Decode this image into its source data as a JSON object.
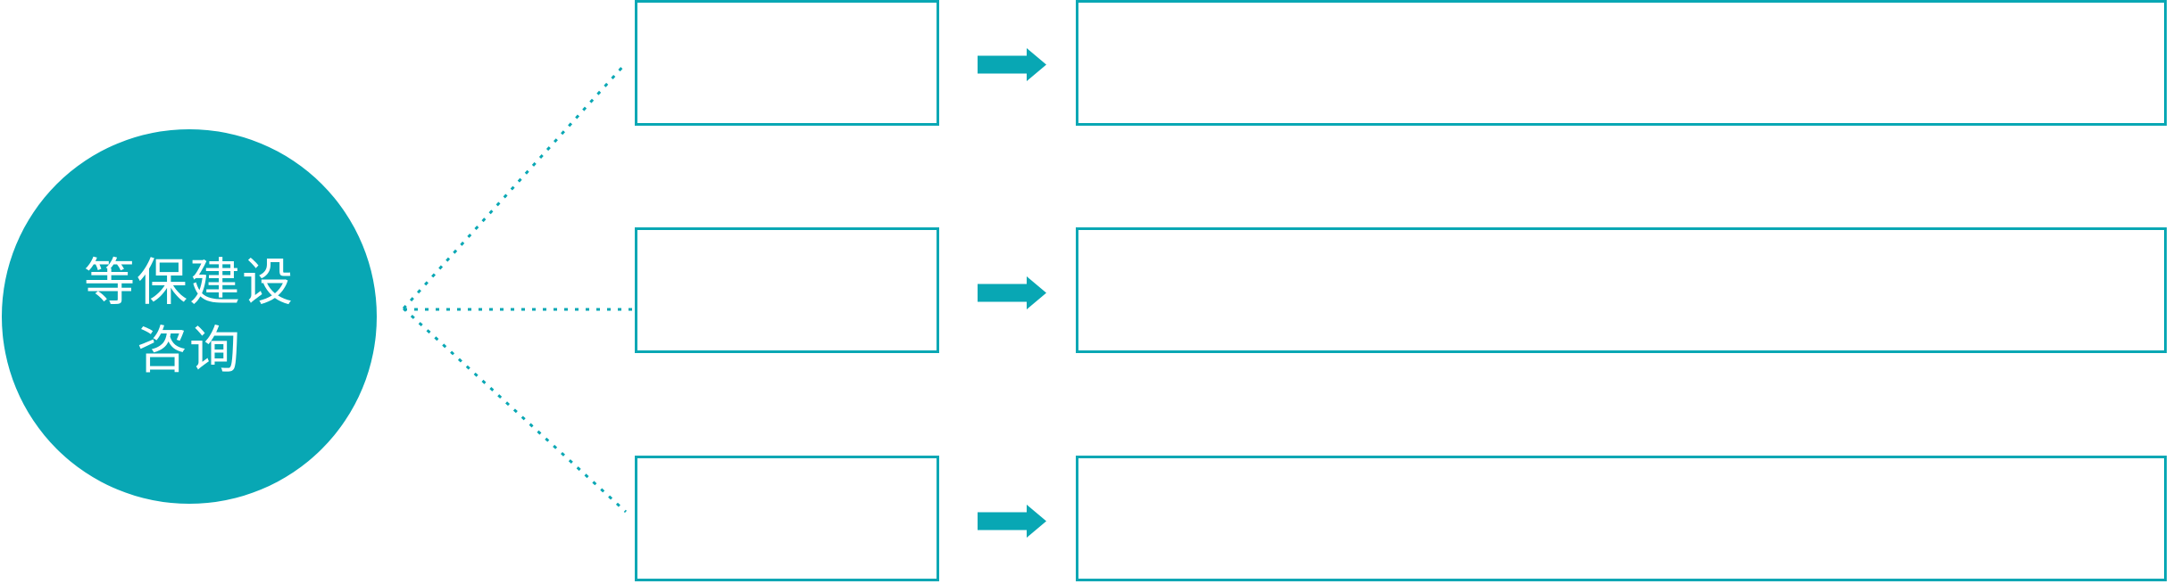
{
  "colors": {
    "accent": "#08a7b4",
    "background": "#ffffff",
    "circle_text": "#ffffff"
  },
  "circle": {
    "line1": "等保建设",
    "line2": "咨询"
  },
  "rows": [
    {
      "category_label": "",
      "detail_label": ""
    },
    {
      "category_label": "",
      "detail_label": ""
    },
    {
      "category_label": "",
      "detail_label": ""
    }
  ],
  "icons": {
    "arrow": "right-block-arrow",
    "connector": "dotted-line"
  }
}
